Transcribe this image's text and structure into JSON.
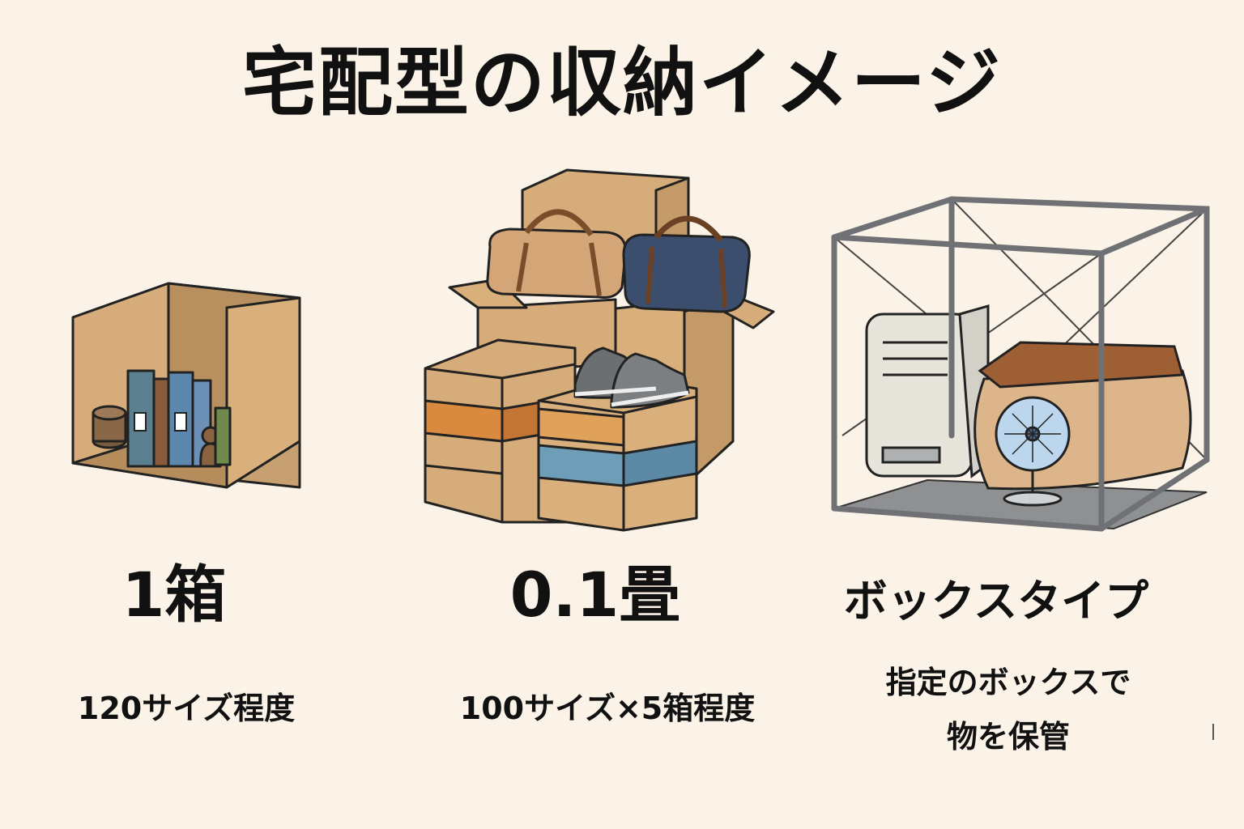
{
  "title": "宅配型の収納イメージ",
  "options": [
    {
      "headline": "1箱",
      "description": "120サイズ程度"
    },
    {
      "headline": "0.1畳",
      "description": "100サイズ×5箱程度"
    },
    {
      "headline": "ボックスタイプ",
      "description_line1": "指定のボックスで",
      "description_line2": "物を保管"
    }
  ]
}
